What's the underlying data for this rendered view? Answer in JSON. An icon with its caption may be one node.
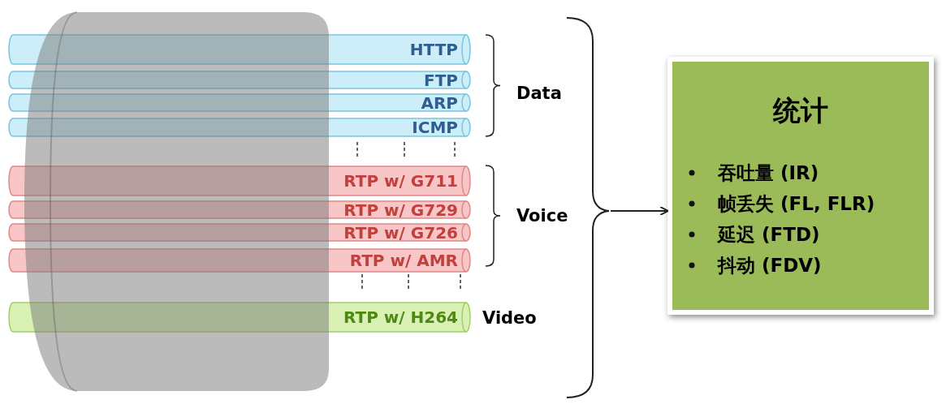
{
  "diagram": {
    "nodes": [
      {
        "text": [
          "HTTP"
        ]
      },
      {
        "text": [
          "FTP"
        ]
      },
      {
        "text": [
          "ARP"
        ]
      },
      {
        "text": [
          "ICMP"
        ]
      },
      {
        "text": [
          "RTP w/ G711"
        ]
      },
      {
        "text": [
          "RTP w/ G729"
        ]
      },
      {
        "text": [
          "RTP w/ G726"
        ]
      },
      {
        "text": [
          "RTP w/ AMR"
        ]
      },
      {
        "text": [
          "RTP w/ H264"
        ]
      },
      {
        "text": [
          "统计",
          "吞吐量 (IR)",
          "帧丢失 (FL, FLR)",
          "延迟 (FTD)",
          "抖动 (FDV)"
        ]
      },
      {
        "text": [],
        "shape": "brace"
      }
    ],
    "edges": [
      {
        "from": 10,
        "to": 9,
        "arrow": "to"
      }
    ],
    "labels": [
      "Data",
      "Voice",
      "Video"
    ]
  }
}
